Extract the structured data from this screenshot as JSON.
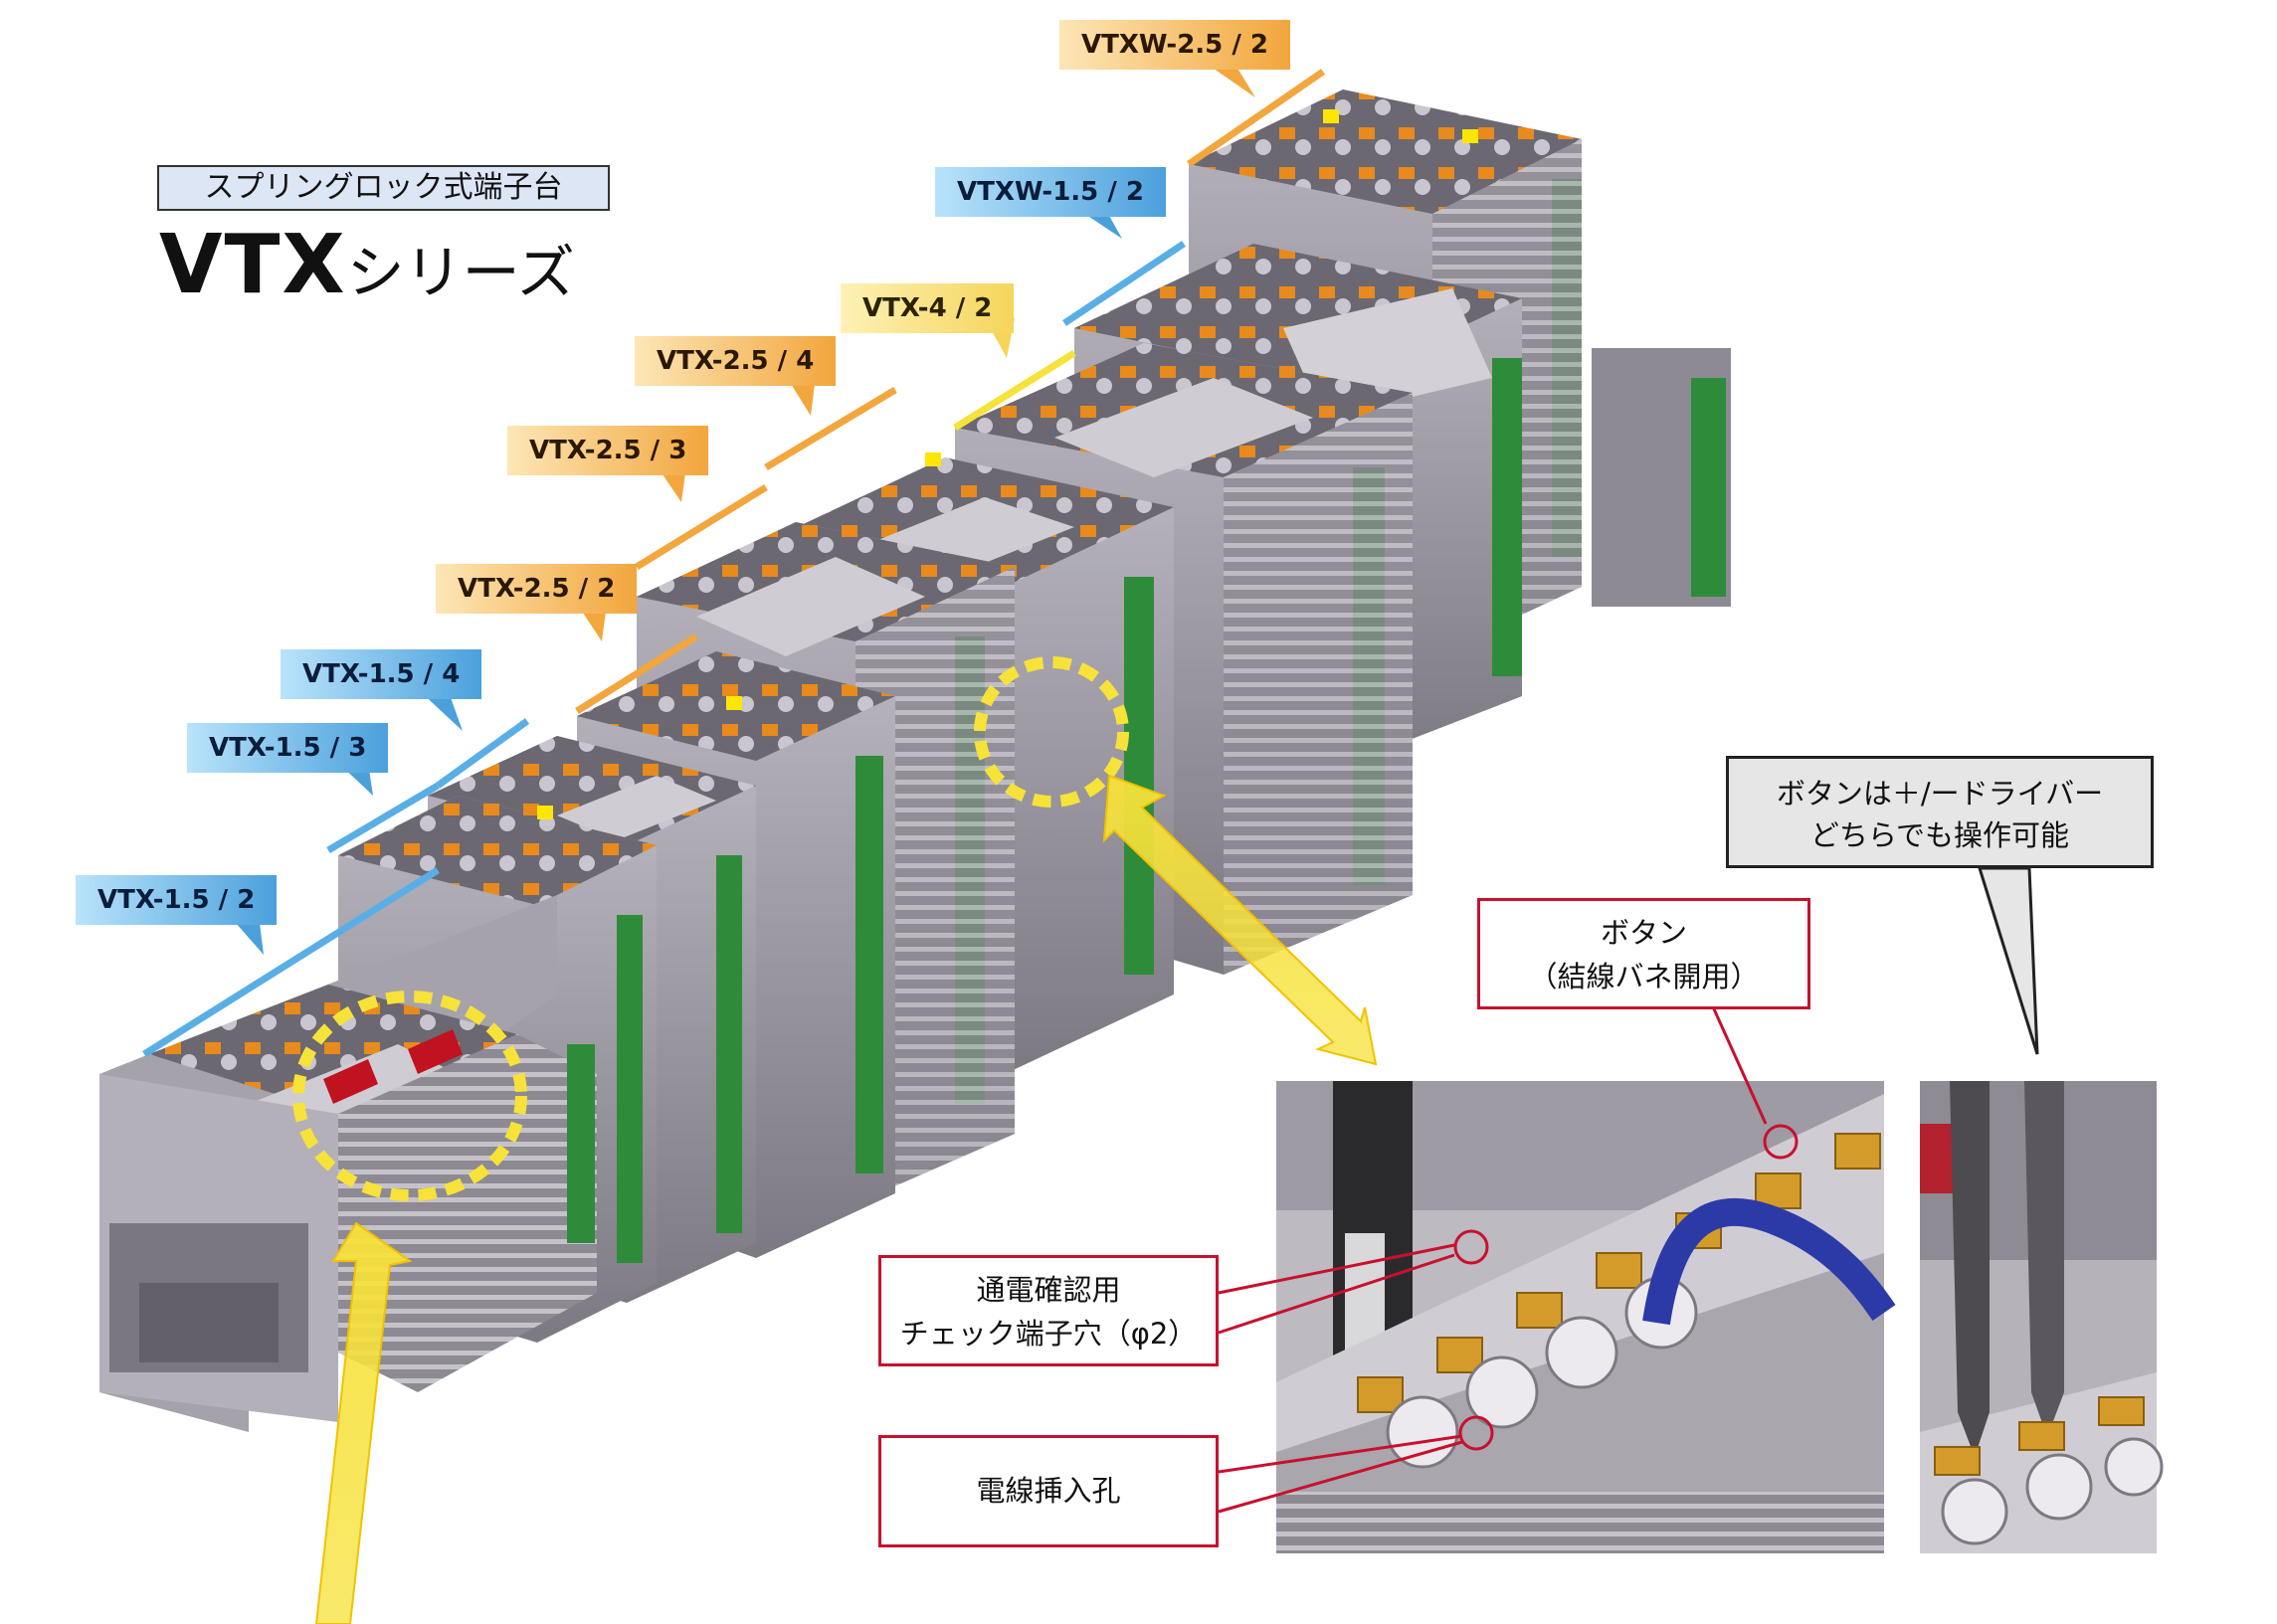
{
  "header": {
    "subtitle": "スプリングロック式端子台",
    "title_latin": "VTX",
    "title_jp": "シリーズ"
  },
  "series_labels": [
    {
      "text": "VTXW-2.5 / 2",
      "color": "orange"
    },
    {
      "text": "VTXW-1.5 / 2",
      "color": "blue"
    },
    {
      "text": "VTX-4 / 2",
      "color": "yellow"
    },
    {
      "text": "VTX-2.5 / 4",
      "color": "orange"
    },
    {
      "text": "VTX-2.5 / 3",
      "color": "orange"
    },
    {
      "text": "VTX-2.5 / 2",
      "color": "orange"
    },
    {
      "text": "VTX-1.5 / 4",
      "color": "blue"
    },
    {
      "text": "VTX-1.5 / 3",
      "color": "blue"
    },
    {
      "text": "VTX-1.5 / 2",
      "color": "blue"
    }
  ],
  "callouts": {
    "button": {
      "line1": "ボタン",
      "line2": "（結線バネ開用）"
    },
    "check_hole": {
      "line1": "通電確認用",
      "line2": "チェック端子穴（φ2）"
    },
    "wire_hole": {
      "line1": "電線挿入孔"
    },
    "driver_note": {
      "line1": "ボタンは＋/ードライバー",
      "line2": "どちらでも操作可能"
    }
  },
  "colors": {
    "label_blue": "#4ba0dc",
    "label_orange": "#f2a63d",
    "label_yellow": "#f5d55a",
    "callout_red": "#c8102e",
    "highlight_yellow": "#f7e23a",
    "terminal_green": "#2e8b3a",
    "housing_grey": "#9a97a0",
    "button_orange": "#e88a1c"
  }
}
